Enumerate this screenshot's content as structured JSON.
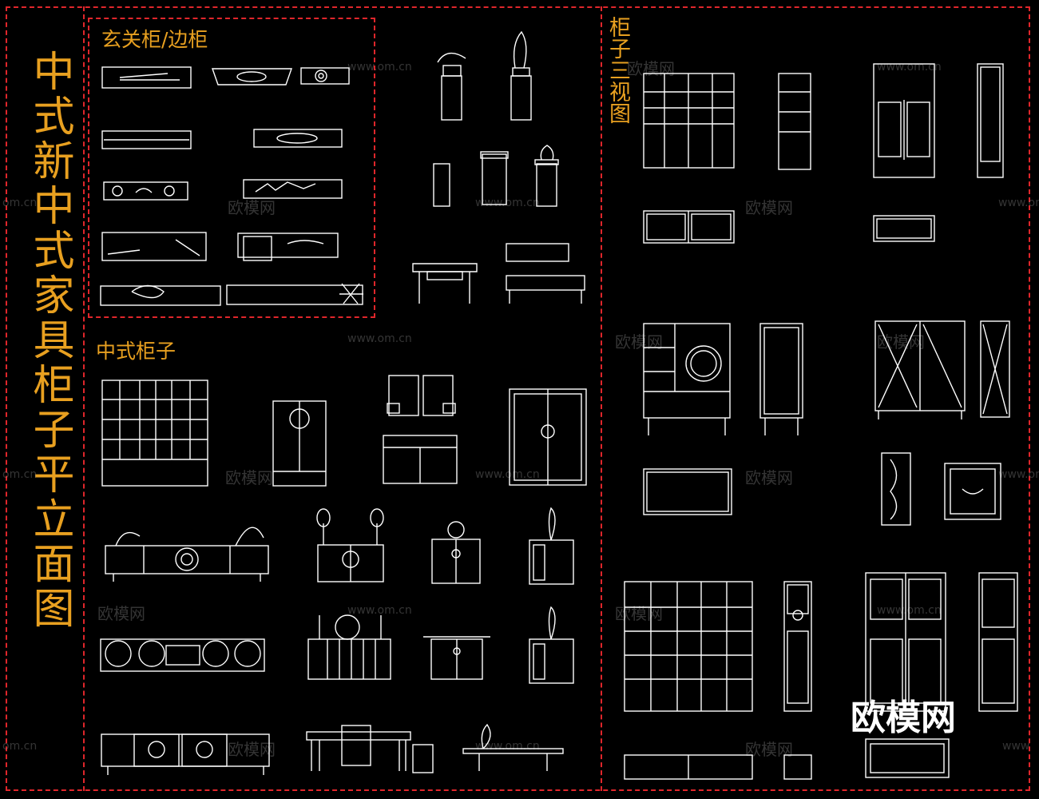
{
  "title": "中式新中式家具柜子平立面图",
  "sections": {
    "entry_cabinet": "玄关柜/边柜",
    "chinese_cabinet": "中式柜子",
    "three_view": "柜子三视图"
  },
  "watermark": {
    "text": "欧模网",
    "url": "www.om.cn",
    "url_short": "om.cn",
    "url_cut": "www"
  },
  "colors": {
    "background": "#000000",
    "frame": "#e0262b",
    "label": "#e8a020",
    "linework": "#ffffff"
  }
}
